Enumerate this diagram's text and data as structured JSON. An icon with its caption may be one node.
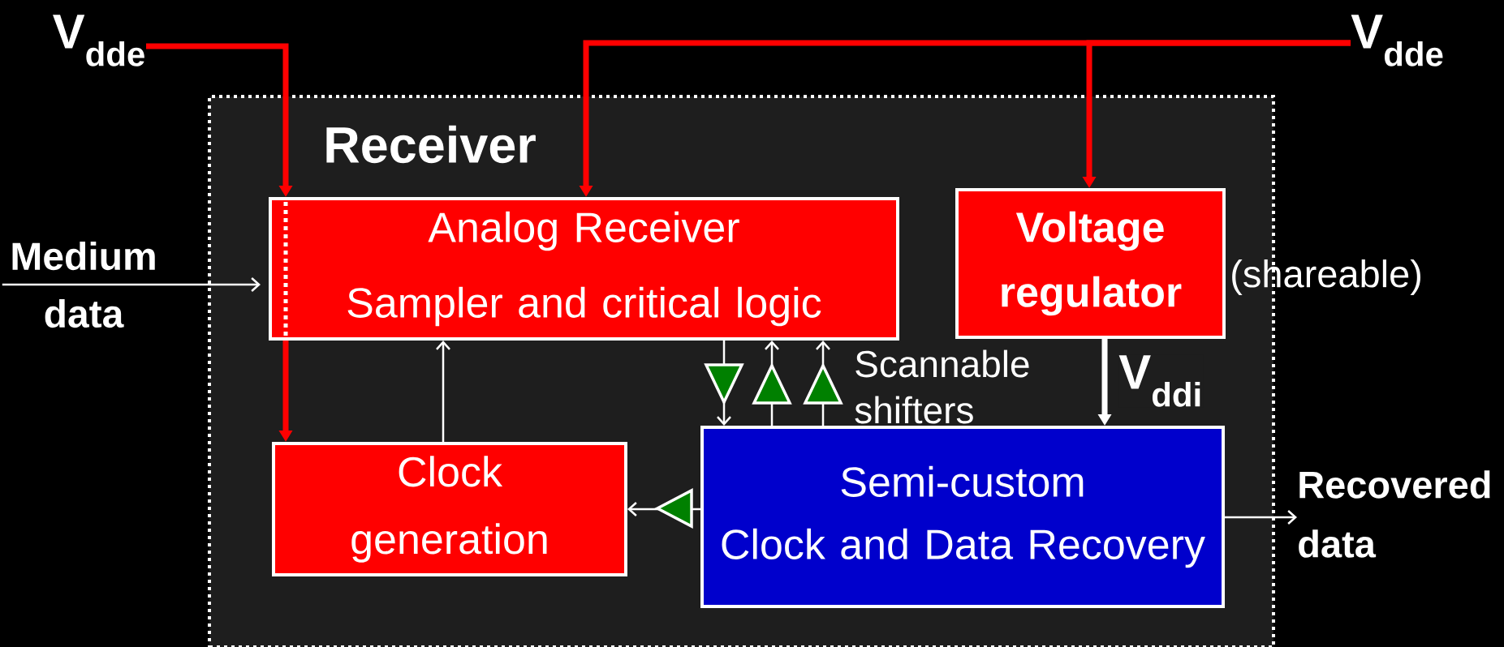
{
  "diagram": {
    "nodes": [
      {
        "text": [
          "Receiver"
        ]
      },
      {
        "text": [
          "Analog Receiver",
          "Sampler and critical logic"
        ],
        "in": 0
      },
      {
        "text": [
          "Voltage regulator"
        ],
        "beside": [
          "(shareable)"
        ],
        "in": 0
      },
      {
        "text": [
          "Clock generation"
        ],
        "in": 0
      },
      {
        "text": [
          "Semi-custom",
          "Clock and Data Recovery"
        ],
        "in": 0
      },
      {
        "text": [
          "V$_{dde}$"
        ]
      },
      {
        "text": [
          "V$_{dde}$"
        ]
      },
      {
        "text": [
          "Medium data"
        ]
      },
      {
        "text": [
          "Recovered data"
        ]
      }
    ],
    "edges": [
      {
        "from": 5,
        "to": 1,
        "arrow": "to",
        "style": "thick",
        "color": "#ff0000"
      },
      {
        "from": 1,
        "to": 3,
        "arrow": "to",
        "style": "thick",
        "color": "#ff0000"
      },
      {
        "from": 6,
        "to": 1,
        "arrow": "to",
        "style": "thick",
        "color": "#ff0000"
      },
      {
        "from": 6,
        "to": 2,
        "arrow": "to",
        "style": "thick",
        "color": "#ff0000"
      },
      {
        "from": 7,
        "to": 1,
        "arrow": "to"
      },
      {
        "from": 3,
        "to": 1,
        "arrow": "to"
      },
      {
        "from": 1,
        "to": 4,
        "arrow": "to"
      },
      {
        "from": 4,
        "to": 1,
        "arrow": "to"
      },
      {
        "from": 4,
        "to": 1,
        "arrow": "to"
      },
      {
        "from": 4,
        "to": 3,
        "arrow": "to"
      },
      {
        "from": 2,
        "to": 4,
        "arrow": "to",
        "style": "thick",
        "label": "V$_{ddi}$"
      },
      {
        "from": 4,
        "to": 8,
        "arrow": "to"
      }
    ],
    "labels": [
      "Scannable shifters"
    ]
  }
}
